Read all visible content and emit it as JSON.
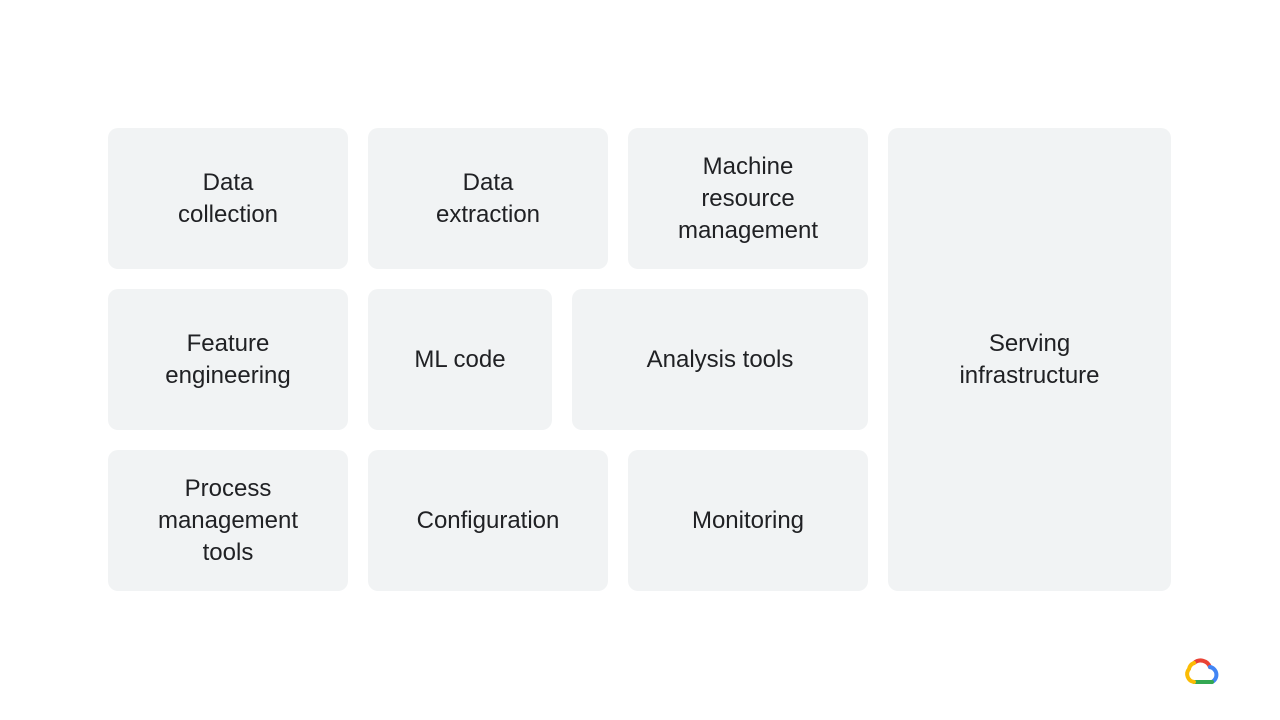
{
  "diagram": {
    "boxes": [
      {
        "id": "data-collection",
        "label": "Data\ncollection"
      },
      {
        "id": "data-extraction",
        "label": "Data\nextraction"
      },
      {
        "id": "machine-resource-management",
        "label": "Machine\nresource\nmanagement"
      },
      {
        "id": "feature-engineering",
        "label": "Feature\nengineering"
      },
      {
        "id": "ml-code",
        "label": "ML code"
      },
      {
        "id": "analysis-tools",
        "label": "Analysis tools"
      },
      {
        "id": "process-management-tools",
        "label": "Process\nmanagement\ntools"
      },
      {
        "id": "configuration",
        "label": "Configuration"
      },
      {
        "id": "monitoring",
        "label": "Monitoring"
      },
      {
        "id": "serving-infrastructure",
        "label": "Serving\ninfrastructure"
      }
    ],
    "box_color": "#f1f3f4",
    "text_color": "#202124"
  },
  "branding": {
    "logo_icon": "google-cloud-logo-icon",
    "colors": [
      "#ea4335",
      "#4285f4",
      "#34a853",
      "#fbbc04"
    ]
  }
}
